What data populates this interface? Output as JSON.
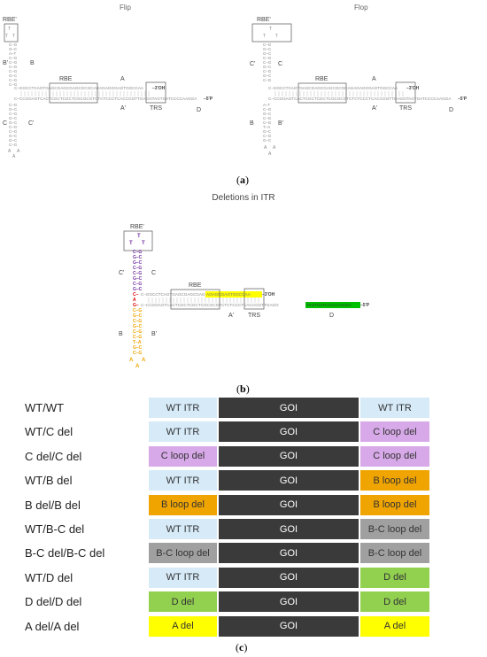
{
  "panel_a": {
    "flip_title": "Flip",
    "flop_title": "Flop",
    "label": "a"
  },
  "panel_b": {
    "title": "Deletions in ITR",
    "label": "b"
  },
  "panel_c": {
    "label": "c"
  },
  "labels": {
    "rbe_prime": "RBE'",
    "rbe": "RBE",
    "trs": "TRS",
    "A": "A",
    "A_prime": "A'",
    "B": "B",
    "B_prime": "B'",
    "C": "C",
    "C_prime": "C'",
    "D": "D",
    "oh3": "3'OH",
    "p5": "5'P"
  },
  "sequences": {
    "top_strand": "GGCCTCAGTGAGCGAGCGAGCGCGCAGAGAGGGAGTGGCCAA",
    "bottom_strand": "CCGGAGTCACTCGCTCGCTCGCGCGTCTCTCCCTCACCGGTTGAGGTAGTGATCCCCAAGGA",
    "b_top_plain": "GGCCTCAGTGAGCGAGCGAGCGCGCAG",
    "b_top_yellow": "AGAGGGAGTGGCCAA",
    "b_bottom_plain": "CCGGAGTCACTCGCTCGCTCGCGCGTCTCTCCCTCACCGGTTGAGG",
    "b_bottom_green": "TAGTGATCCCCAAGGA"
  },
  "colors": {
    "wt": "#d6eaf8",
    "goi": "#3a3a3a",
    "c_del": "#d7a9e8",
    "b_del": "#f0a400",
    "bc_del": "#a0a0a0",
    "d_del": "#92d050",
    "a_del": "#ffff00",
    "purple": "#7030a0",
    "orange": "#f0a400",
    "red": "#e00000"
  },
  "rows": [
    {
      "name": "WT/WT",
      "left": "WT ITR",
      "middle": "GOI",
      "right": "WT ITR",
      "left_color": "wt",
      "right_color": "wt"
    },
    {
      "name": "WT/C del",
      "left": "WT ITR",
      "middle": "GOI",
      "right": "C loop del",
      "left_color": "wt",
      "right_color": "c_del"
    },
    {
      "name": "C del/C del",
      "left": "C loop del",
      "middle": "GOI",
      "right": "C loop del",
      "left_color": "c_del",
      "right_color": "c_del"
    },
    {
      "name": "WT/B del",
      "left": "WT ITR",
      "middle": "GOI",
      "right": "B loop del",
      "left_color": "wt",
      "right_color": "b_del"
    },
    {
      "name": "B del/B del",
      "left": "B loop del",
      "middle": "GOI",
      "right": "B loop del",
      "left_color": "b_del",
      "right_color": "b_del"
    },
    {
      "name": "WT/B-C del",
      "left": "WT ITR",
      "middle": "GOI",
      "right": "B-C loop del",
      "left_color": "wt",
      "right_color": "bc_del"
    },
    {
      "name": "B-C del/B-C del",
      "left": "B-C loop del",
      "middle": "GOI",
      "right": "B-C loop del",
      "left_color": "bc_del",
      "right_color": "bc_del"
    },
    {
      "name": "WT/D del",
      "left": "WT ITR",
      "middle": "GOI",
      "right": "D del",
      "left_color": "wt",
      "right_color": "d_del"
    },
    {
      "name": "D del/D del",
      "left": "D del",
      "middle": "GOI",
      "right": "D del",
      "left_color": "d_del",
      "right_color": "d_del"
    },
    {
      "name": "A del/A del",
      "left": "A del",
      "middle": "GOI",
      "right": "A del",
      "left_color": "a_del",
      "right_color": "a_del"
    }
  ]
}
